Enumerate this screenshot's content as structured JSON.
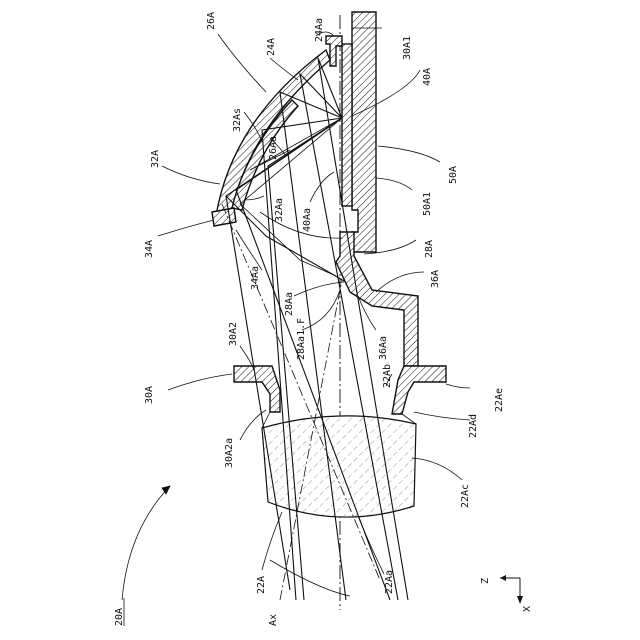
{
  "figure_label": "20A",
  "labels": {
    "l26A": "26A",
    "l24A": "24A",
    "l24Aa": "24Aa",
    "l30A1": "30A1",
    "l40A": "40A",
    "l32As": "32As",
    "l26Aa": "26Aa",
    "l32A": "32A",
    "l32Aa": "32Aa",
    "l34A": "34A",
    "l40Aa": "40Aa",
    "l50A1": "50A1",
    "l50A": "50A",
    "l28A": "28A",
    "l34Aa": "34Aa",
    "l28Aa": "28Aa",
    "l36A": "36A",
    "l28Aa1F": "28Aa1.F",
    "l36Aa": "36Aa",
    "l30A2": "30A2",
    "l30A": "30A",
    "l22Ab": "22Ab",
    "l22Ae": "22Ae",
    "l30A2a": "30A2a",
    "l22Ad": "22Ad",
    "l22Ac": "22Ac",
    "l22A": "22A",
    "l22Aa": "22Aa",
    "lAx": "Ax"
  },
  "axes": {
    "z": "Z",
    "x": "X"
  },
  "colors": {
    "line": "#111111",
    "background": "#ffffff"
  }
}
